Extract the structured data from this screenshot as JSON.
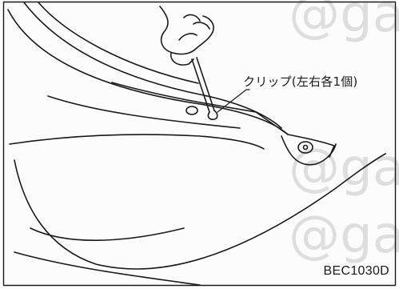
{
  "diagram": {
    "callout_label": "クリップ(左右各1個)",
    "figure_code": "BEC1030D",
    "watermark_text": "@ga"
  },
  "colors": {
    "line": "#1a1a1a",
    "watermark": "#dedede",
    "background": "#fcfcfc"
  }
}
